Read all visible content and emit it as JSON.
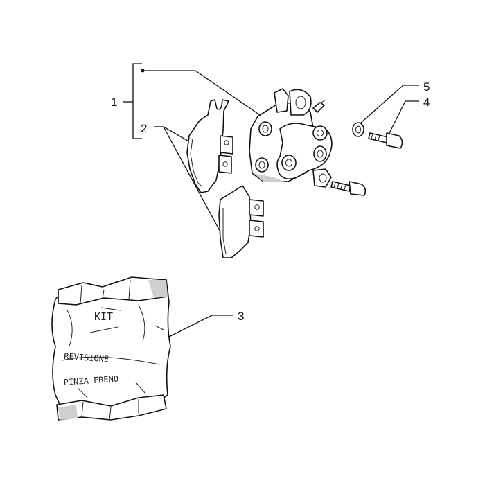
{
  "callouts": {
    "c1": "1",
    "c2": "2",
    "c3": "3",
    "c4": "4",
    "c5": "5"
  },
  "kit_bag": {
    "line1": "KIT",
    "line2": "REVISIONE",
    "line3": "PINZA FRENO"
  }
}
